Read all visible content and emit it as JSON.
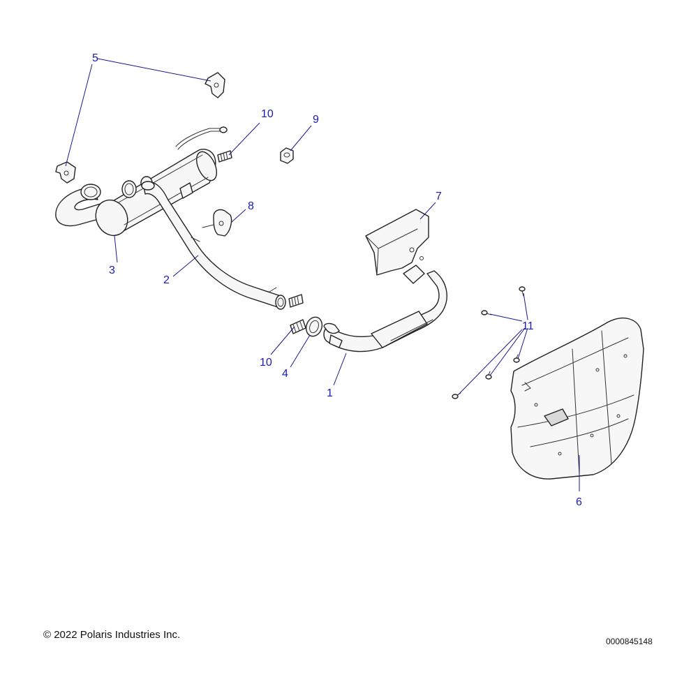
{
  "diagram": {
    "title": "",
    "copyright": "© 2022 Polaris Industries Inc.",
    "drawing_number": "0000845148",
    "callouts": {
      "c1": "1",
      "c2": "2",
      "c3": "3",
      "c4": "4",
      "c5": "5",
      "c6": "6",
      "c7": "7",
      "c8": "8",
      "c9": "9",
      "c10a": "10",
      "c10b": "10",
      "c11": "11"
    }
  },
  "colors": {
    "callout_text": "#1a1ab4",
    "leader_line": "#1a1a8c",
    "part_outline": "#222222",
    "part_fill": "#f7f7f7"
  }
}
